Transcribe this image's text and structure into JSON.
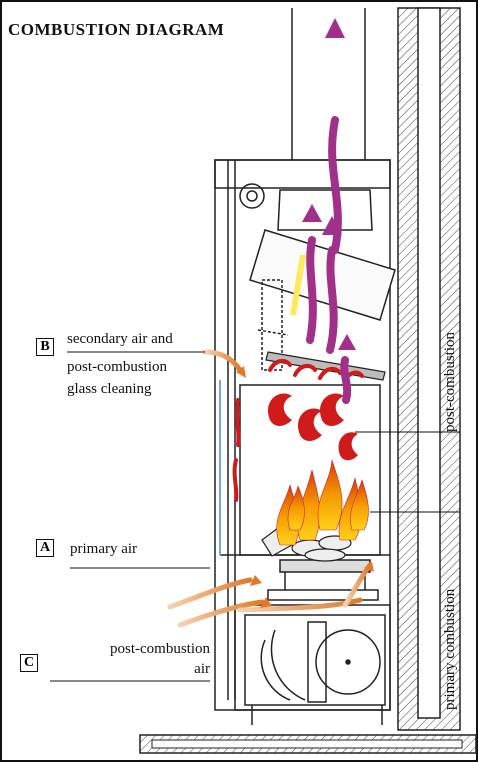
{
  "title": "COMBUSTION DIAGRAM",
  "labels": {
    "B": {
      "letter": "B",
      "line1": "secondary air and",
      "line2": "post-combustion",
      "line3": "glass cleaning"
    },
    "A": {
      "letter": "A",
      "text": "primary air"
    },
    "C": {
      "letter": "C",
      "line1": "post-combustion",
      "line2": "air"
    },
    "post_combustion_vertical": "post-combustion",
    "primary_combustion_vertical": "primary combustion"
  },
  "colors": {
    "flame_purple": "#a0308a",
    "flame_red": "#d11a1a",
    "flame_orange": "#f08a00",
    "flame_yellow": "#ffd21a",
    "air_orange": "#e8934a",
    "outline": "#222222"
  }
}
